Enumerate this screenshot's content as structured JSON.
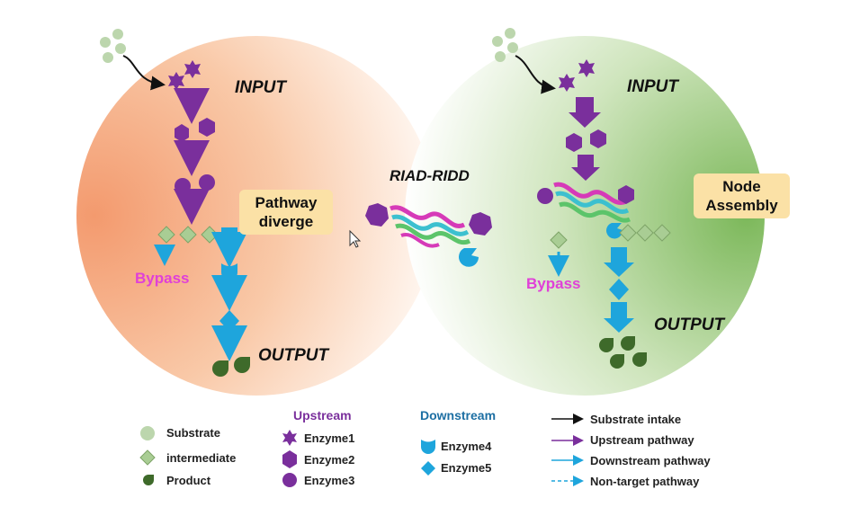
{
  "left_panel": {
    "input": "INPUT",
    "output": "OUTPUT",
    "bypass": "Bypass",
    "note_line1": "Pathway",
    "note_line2": "diverge"
  },
  "center": {
    "title": "RIAD-RIDD"
  },
  "right_panel": {
    "input": "INPUT",
    "output": "OUTPUT",
    "bypass": "Bypass",
    "note_line1": "Node",
    "note_line2": "Assembly"
  },
  "legend": {
    "substrate": "Substrate",
    "intermediate": "intermediate",
    "product": "Product",
    "upstream_title": "Upstream",
    "enzyme1": "Enzyme1",
    "enzyme2": "Enzyme2",
    "enzyme3": "Enzyme3",
    "downstream_title": "Downstream",
    "enzyme4": "Enzyme4",
    "enzyme5": "Enzyme5",
    "substrate_intake": "Substrate intake",
    "upstream_pathway": "Upstream pathway",
    "downstream_pathway": "Downstream pathway",
    "non_target_pathway": "Non-target pathway"
  },
  "colors": {
    "left_bg": "#f5a27a",
    "right_bg": "#8cc26a",
    "substrate": "#bcd6ad",
    "intermediate": "#a9cd94",
    "product": "#3e6a2a",
    "upstream": "#7a2f9c",
    "downstream": "#1ea5dc",
    "helix_magenta": "#d63ab8",
    "helix_cyan": "#3cc0cf",
    "helix_green": "#5cc46a"
  }
}
